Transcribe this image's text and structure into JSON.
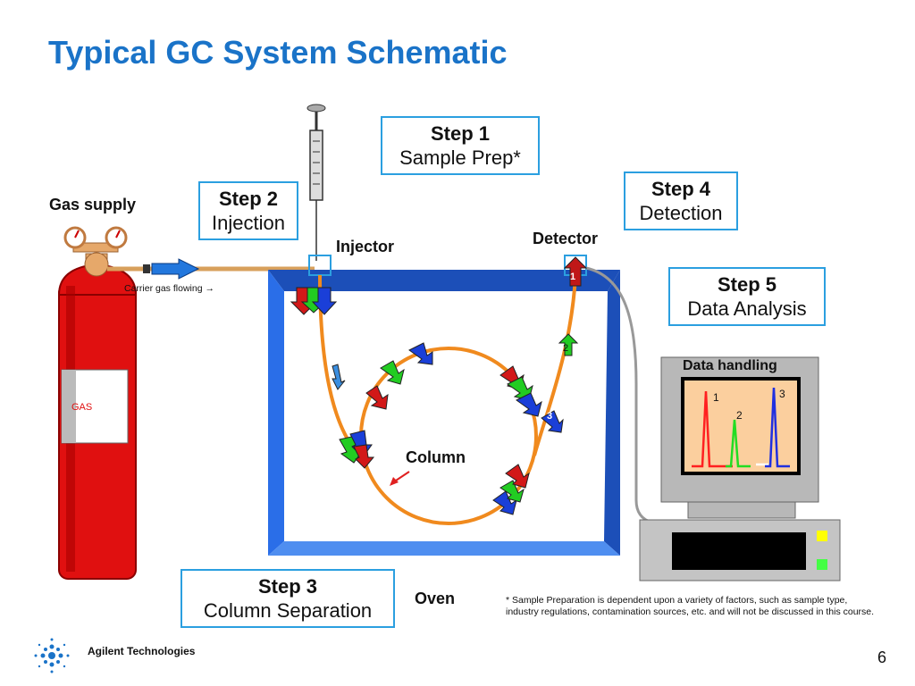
{
  "title": "Typical GC System Schematic",
  "steps": [
    {
      "step": "Step 1",
      "desc": "Sample Prep*"
    },
    {
      "step": "Step 2",
      "desc": "Injection"
    },
    {
      "step": "Step 3",
      "desc": "Column Separation"
    },
    {
      "step": "Step 4",
      "desc": "Detection"
    },
    {
      "step": "Step 5",
      "desc": "Data Analysis"
    }
  ],
  "labels": {
    "gas_supply": "Gas supply",
    "gas": "GAS",
    "carrier": "Carrier gas flowing →",
    "injector": "Injector",
    "detector": "Detector",
    "column": "Column",
    "oven": "Oven",
    "data_handling": "Data handling",
    "peak1": "1",
    "peak2": "2",
    "peak3": "3",
    "detector_arrow": "1",
    "arrow2": "2",
    "arrow3": "3"
  },
  "footnote": "* Sample Preparation is dependent upon a variety of factors, such as sample type, industry regulations, contamination sources, etc. and will not be discussed in this course.",
  "brand": "Agilent Technologies",
  "page_number": "6",
  "colors": {
    "title": "#1a73c8",
    "box_border": "#2b9fe0",
    "oven": "#1c5bd6",
    "column": "#f08a1e",
    "cylinder": "#e01010",
    "red": "#d21818",
    "green": "#22cc22",
    "blue": "#1a3fd8"
  }
}
